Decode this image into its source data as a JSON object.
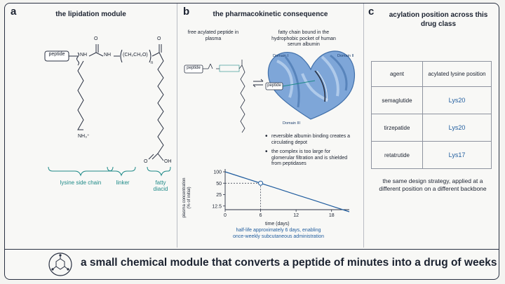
{
  "panel_a": {
    "label": "a",
    "title": "the lipidation module",
    "peptide_label": "peptide",
    "nh": "NH",
    "linker_repeat": "(CH₂CH₂O)",
    "linker_sub": "n",
    "o": "O",
    "nh3": "NH₃⁺",
    "oh": "OH",
    "brace_labels": [
      "lysine side chain",
      "linker",
      "fatty diacid"
    ]
  },
  "panel_b": {
    "label": "b",
    "title": "the pharmacokinetic consequence",
    "free_label": "free acylated peptide in plasma",
    "bound_label": "fatty chain bound in the hydrophobic pocket of human serum albumin",
    "domains": [
      "Domain I",
      "Domain II",
      "Domain III"
    ],
    "peptide_label": "peptide",
    "bullets": [
      "reversible albumin binding creates a circulating depot",
      "the complex is too large for glomerular filtration and is shielded from peptidases"
    ],
    "caption": "half-life approximately 6 days, enabling once-weekly subcutaneous administration"
  },
  "chart_data": {
    "type": "line",
    "ylabel": "plasma concentration (% of initial)",
    "xlabel": "time (days)",
    "x_ticks": [
      0,
      6,
      12,
      18
    ],
    "y_ticks": [
      "100",
      "50",
      "25",
      "12.5"
    ],
    "y_scale": "log",
    "series": [
      {
        "x": [
          0,
          3,
          6,
          9,
          12,
          15,
          18,
          21
        ],
        "y": [
          100,
          70.7,
          50,
          35.4,
          25,
          17.7,
          12.5,
          8.8
        ]
      }
    ],
    "marker": {
      "x": 6,
      "y": 50
    }
  },
  "panel_c": {
    "label": "c",
    "title": "acylation position across this drug class",
    "headers": [
      "agent",
      "acylated lysine position"
    ],
    "rows": [
      {
        "agent": "semaglutide",
        "position": "Lys20"
      },
      {
        "agent": "tirzepatide",
        "position": "Lys20"
      },
      {
        "agent": "retatrutide",
        "position": "Lys17"
      }
    ],
    "note": "the same design strategy, applied at a different position on a different backbone"
  },
  "footer": {
    "text": "a small chemical module that converts a peptide of minutes into a drug of weeks"
  },
  "colors": {
    "teal": "#1f8a88",
    "blue": "#1f5c9e",
    "albumin": "#5b8ac8"
  }
}
